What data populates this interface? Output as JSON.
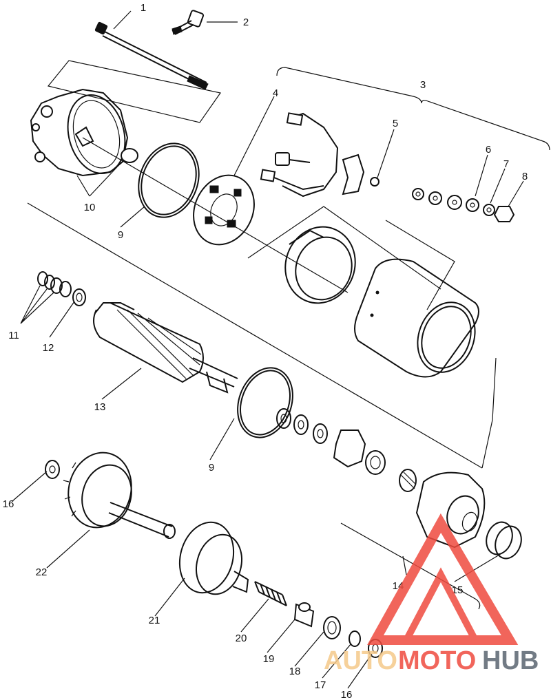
{
  "callouts": [
    "1",
    "2",
    "3",
    "4",
    "5",
    "6",
    "7",
    "8",
    "9",
    "10",
    "11",
    "12",
    "13",
    "9",
    "16",
    "22",
    "21",
    "20",
    "19",
    "18",
    "17",
    "16",
    "14",
    "15"
  ],
  "watermark": {
    "text_part1": "AUTO",
    "text_part2": "MOTO",
    "text_part3": "HUB",
    "color_light": "#f5c98a",
    "color_red": "#ef4b3f",
    "color_dark": "#5a6470"
  }
}
